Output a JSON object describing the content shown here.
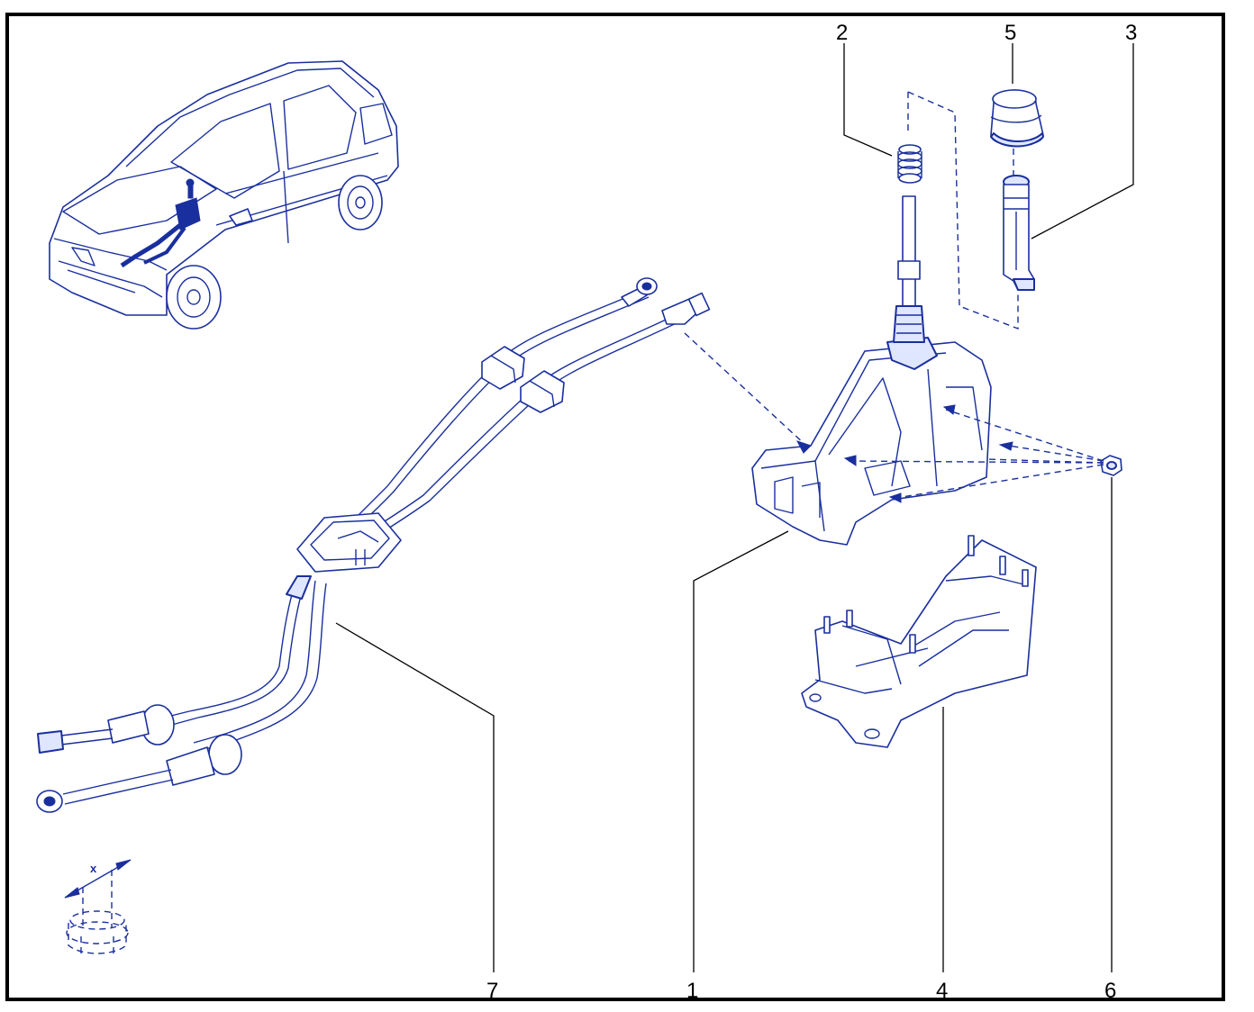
{
  "colors": {
    "line_art": "#1a2f9e",
    "fill": "#dfe6ff",
    "callout_text": "#000000",
    "frame": "#000000"
  },
  "callouts": {
    "c1": "1",
    "c2": "2",
    "c3": "3",
    "c4": "4",
    "c5": "5",
    "c6": "6",
    "c7": "7"
  },
  "detail": {
    "dimension_label": "x"
  }
}
